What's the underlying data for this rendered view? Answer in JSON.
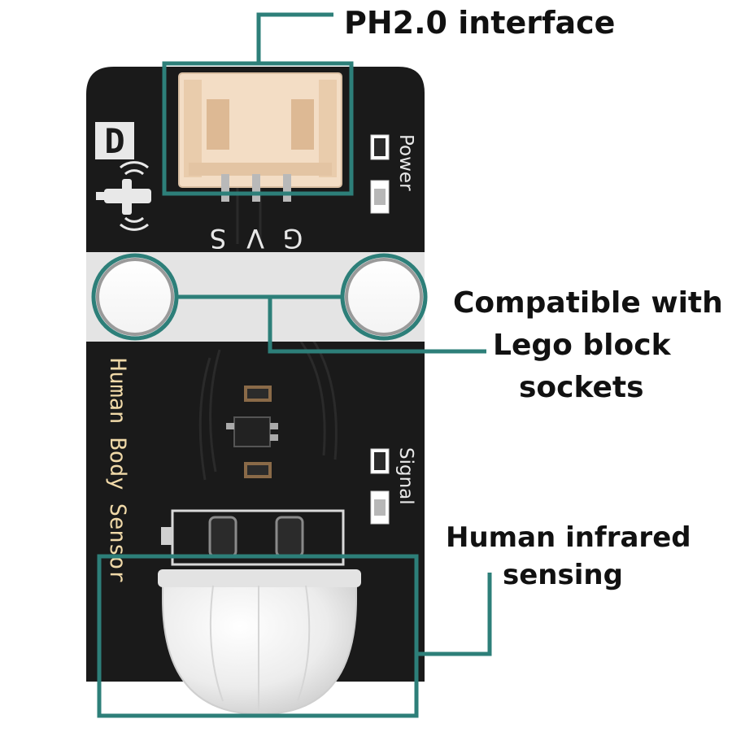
{
  "callouts": {
    "ph20": "PH2.0 interface",
    "lego": [
      "Compatible with",
      "Lego block",
      "sockets"
    ],
    "pir": [
      "Human infrared",
      "sensing"
    ]
  },
  "board": {
    "badge": "D",
    "pins": [
      "S",
      "V",
      "G"
    ],
    "power_label": "Power",
    "signal_label": "Signal",
    "name_label": "Human Body Sensor"
  },
  "colors": {
    "accent": "#2d7f79",
    "pcb": "#1a1a1a",
    "silkscreen": "#e8e8e8",
    "label_gold": "#f0d9a8",
    "connector": "#f3ddc5",
    "lego_band": "#e4e4e4",
    "lens": "#efefef"
  }
}
